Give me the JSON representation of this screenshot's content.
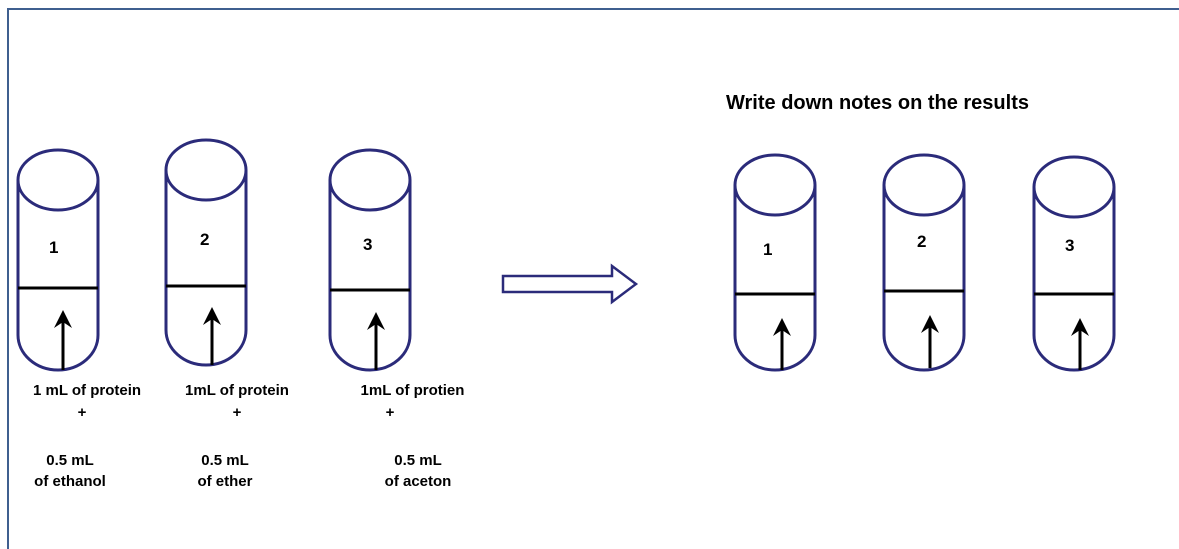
{
  "title": "Write down notes on the results",
  "before_tubes": [
    {
      "number": "1",
      "line1": "1 mL of protein",
      "plus": "+",
      "line2": "0.5 mL",
      "line3": "of ethanol"
    },
    {
      "number": "2",
      "line1": "1mL of protein",
      "plus": "+",
      "line2": "0.5 mL",
      "line3": "of ether"
    },
    {
      "number": "3",
      "line1": "1mL of protien",
      "plus": "+",
      "line2": "0.5 mL",
      "line3": "of aceton"
    }
  ],
  "after_tubes": [
    {
      "number": "1"
    },
    {
      "number": "2"
    },
    {
      "number": "3"
    }
  ],
  "colors": {
    "tube_stroke": "#2b2b7a",
    "arrow": "#000000",
    "frame": "#3f5f8f"
  },
  "icons": {
    "transition": "right-hollow-arrow-icon",
    "tube": "test-tube-icon",
    "pointer": "up-arrow-icon"
  }
}
